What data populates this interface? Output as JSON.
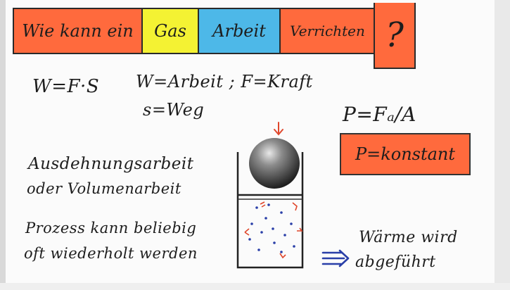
{
  "title": {
    "part1": "Wie kann ein",
    "part2": "Gas",
    "part3": "Arbeit",
    "part4": "Verrichten",
    "part5": "?"
  },
  "formulas": {
    "work_formula": "W=F·S",
    "work_definitions": "W=Arbeit ; F=Kraft",
    "s_definition": "s=Weg",
    "pressure_formula": "P=Fₐ/A",
    "pressure_constant": "P=konstant"
  },
  "notes": {
    "expansion_line1": "Ausdehnungsarbeit",
    "expansion_line2": "oder Volumenarbeit",
    "repeat_line1": "Prozess kann beliebig",
    "repeat_line2": "oft wiederholt werden",
    "heat_line1": "Wärme wird",
    "heat_line2": "abgeführt"
  },
  "colors": {
    "orange": "#ff6a3d",
    "yellow": "#f4f233",
    "blue": "#4db8e8",
    "particle_blue": "#2a3fa8",
    "arrow_red": "#e0462b"
  }
}
